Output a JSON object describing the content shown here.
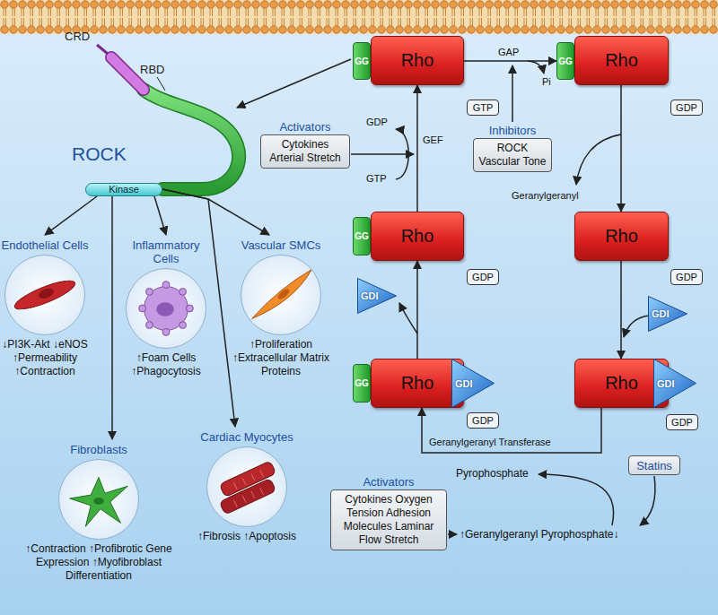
{
  "diagram": {
    "nodes": [
      {
        "text": [
          "Kinase"
        ]
      },
      {
        "text": [
          "GG"
        ]
      },
      {
        "text": [
          "Rho"
        ]
      },
      {
        "text": [
          "GTP"
        ]
      },
      {
        "text": [
          "GG"
        ]
      },
      {
        "text": [
          "Rho"
        ]
      },
      {
        "text": [
          "GDP"
        ]
      },
      {
        "text": [
          "Activators",
          "Cytokines Arterial Stretch"
        ]
      },
      {
        "text": [
          "Inhibitors",
          "ROCK Vascular Tone"
        ]
      },
      {
        "text": [
          "Endothelial Cells",
          "↓PI3K-Akt ↓eNOS ↑Permeability ↑Contraction"
        ]
      },
      {
        "text": [
          "Inflammatory Cells",
          "↑Foam Cells ↑Phagocytosis"
        ]
      },
      {
        "text": [
          "Vascular SMCs",
          "↑Proliferation ↑Extracellular Matrix Proteins"
        ]
      },
      {
        "text": [
          "GG"
        ]
      },
      {
        "text": [
          "Rho"
        ]
      },
      {
        "text": [
          "GDP"
        ]
      },
      {
        "text": [
          "Rho"
        ]
      },
      {
        "text": [
          "GDP"
        ]
      },
      {
        "text": [
          "GDI"
        ]
      },
      {
        "text": [
          "GDI"
        ]
      },
      {
        "text": [
          "GG"
        ]
      },
      {
        "text": [
          "Rho"
        ]
      },
      {
        "text": [
          "GDI"
        ]
      },
      {
        "text": [
          "GDP"
        ]
      },
      {
        "text": [
          "Rho"
        ]
      },
      {
        "text": [
          "GDI"
        ]
      },
      {
        "text": [
          "GDP"
        ]
      },
      {
        "text": [
          "Fibroblasts",
          "↑Contraction ↑Profibrotic Gene Expression ↑Myofibroblast Differentiation"
        ]
      },
      {
        "text": [
          "Cardiac Myocytes",
          "↑Fibrosis ↑Apoptosis"
        ]
      },
      {
        "text": [
          "Activators",
          "Cytokines Oxygen Tension Adhesion Molecules Laminar Flow Stretch"
        ]
      },
      {
        "text": [
          "Statins"
        ]
      }
    ],
    "edges": [
      {
        "from": 2,
        "to": 4,
        "arrow": "to",
        "label": "GAP"
      },
      {
        "from": 5,
        "to": 15,
        "arrow": "to"
      },
      {
        "from": 15,
        "to": 23,
        "arrow": "to"
      },
      {
        "from": 23,
        "to": 20,
        "arrow": "to",
        "label": "Geranylgeranyl Transferase"
      },
      {
        "from": 20,
        "to": 13,
        "arrow": "to"
      },
      {
        "from": 13,
        "to": 2,
        "arrow": "to",
        "label": "GEF"
      },
      {
        "from": 0,
        "to": 9,
        "arrow": "to"
      },
      {
        "from": 0,
        "to": 10,
        "arrow": "to"
      },
      {
        "from": 0,
        "to": 11,
        "arrow": "to"
      },
      {
        "from": 0,
        "to": 26,
        "arrow": "to"
      },
      {
        "from": 0,
        "to": 27,
        "arrow": "to"
      }
    ],
    "labels": [
      "CRD",
      "RBD",
      "ROCK",
      "GDP",
      "GTP",
      "Pi",
      "Geranylgeranyl",
      "Pyrophosphate",
      "↑Geranylgeranyl Pyrophosphate↓"
    ]
  }
}
